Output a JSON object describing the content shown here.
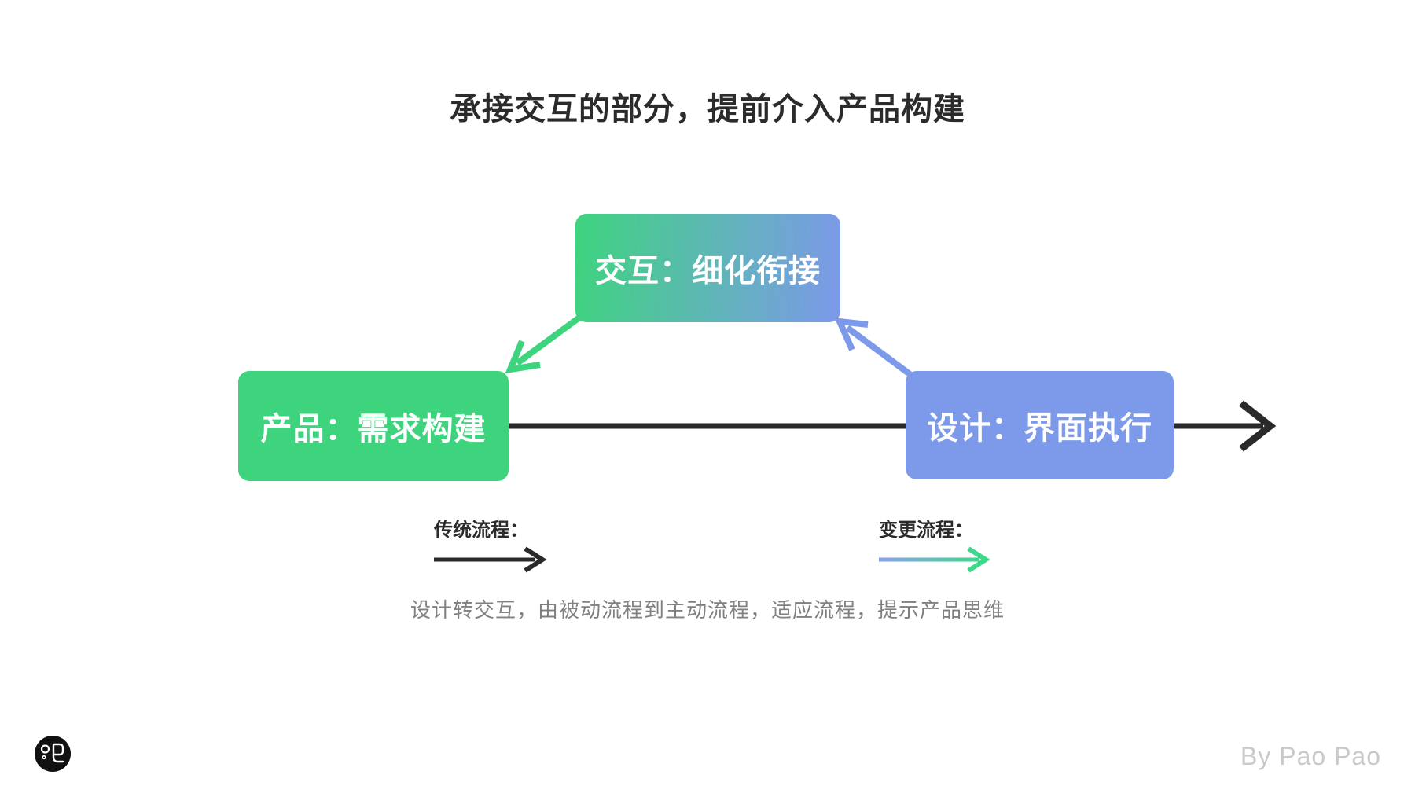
{
  "title": "承接交互的部分，提前介入产品构建",
  "diagram": {
    "nodes": [
      {
        "id": "interaction",
        "label": "交互：细化衔接"
      },
      {
        "id": "product",
        "label": "产品：需求构建"
      },
      {
        "id": "design",
        "label": "设计：界面执行"
      }
    ],
    "legend": [
      {
        "id": "traditional",
        "label": "传统流程：",
        "arrow_style": "black"
      },
      {
        "id": "changed",
        "label": "变更流程：",
        "arrow_style": "blue-to-green-gradient"
      }
    ],
    "caption": "设计转交互，由被动流程到主动流程，适应流程，提示产品思维"
  },
  "footer": {
    "credit": "By Pao Pao",
    "logo_icon": "paopao-logo"
  },
  "colors": {
    "green": "#3ed47e",
    "blue": "#7d99ea",
    "legend_blue": "#8aa0ec",
    "legend_green": "#3ed88a",
    "arrow_black": "#2a2a2a",
    "title_text": "#2b2b2b",
    "caption_gray": "#808080",
    "credit_gray": "#c9c9c9"
  }
}
